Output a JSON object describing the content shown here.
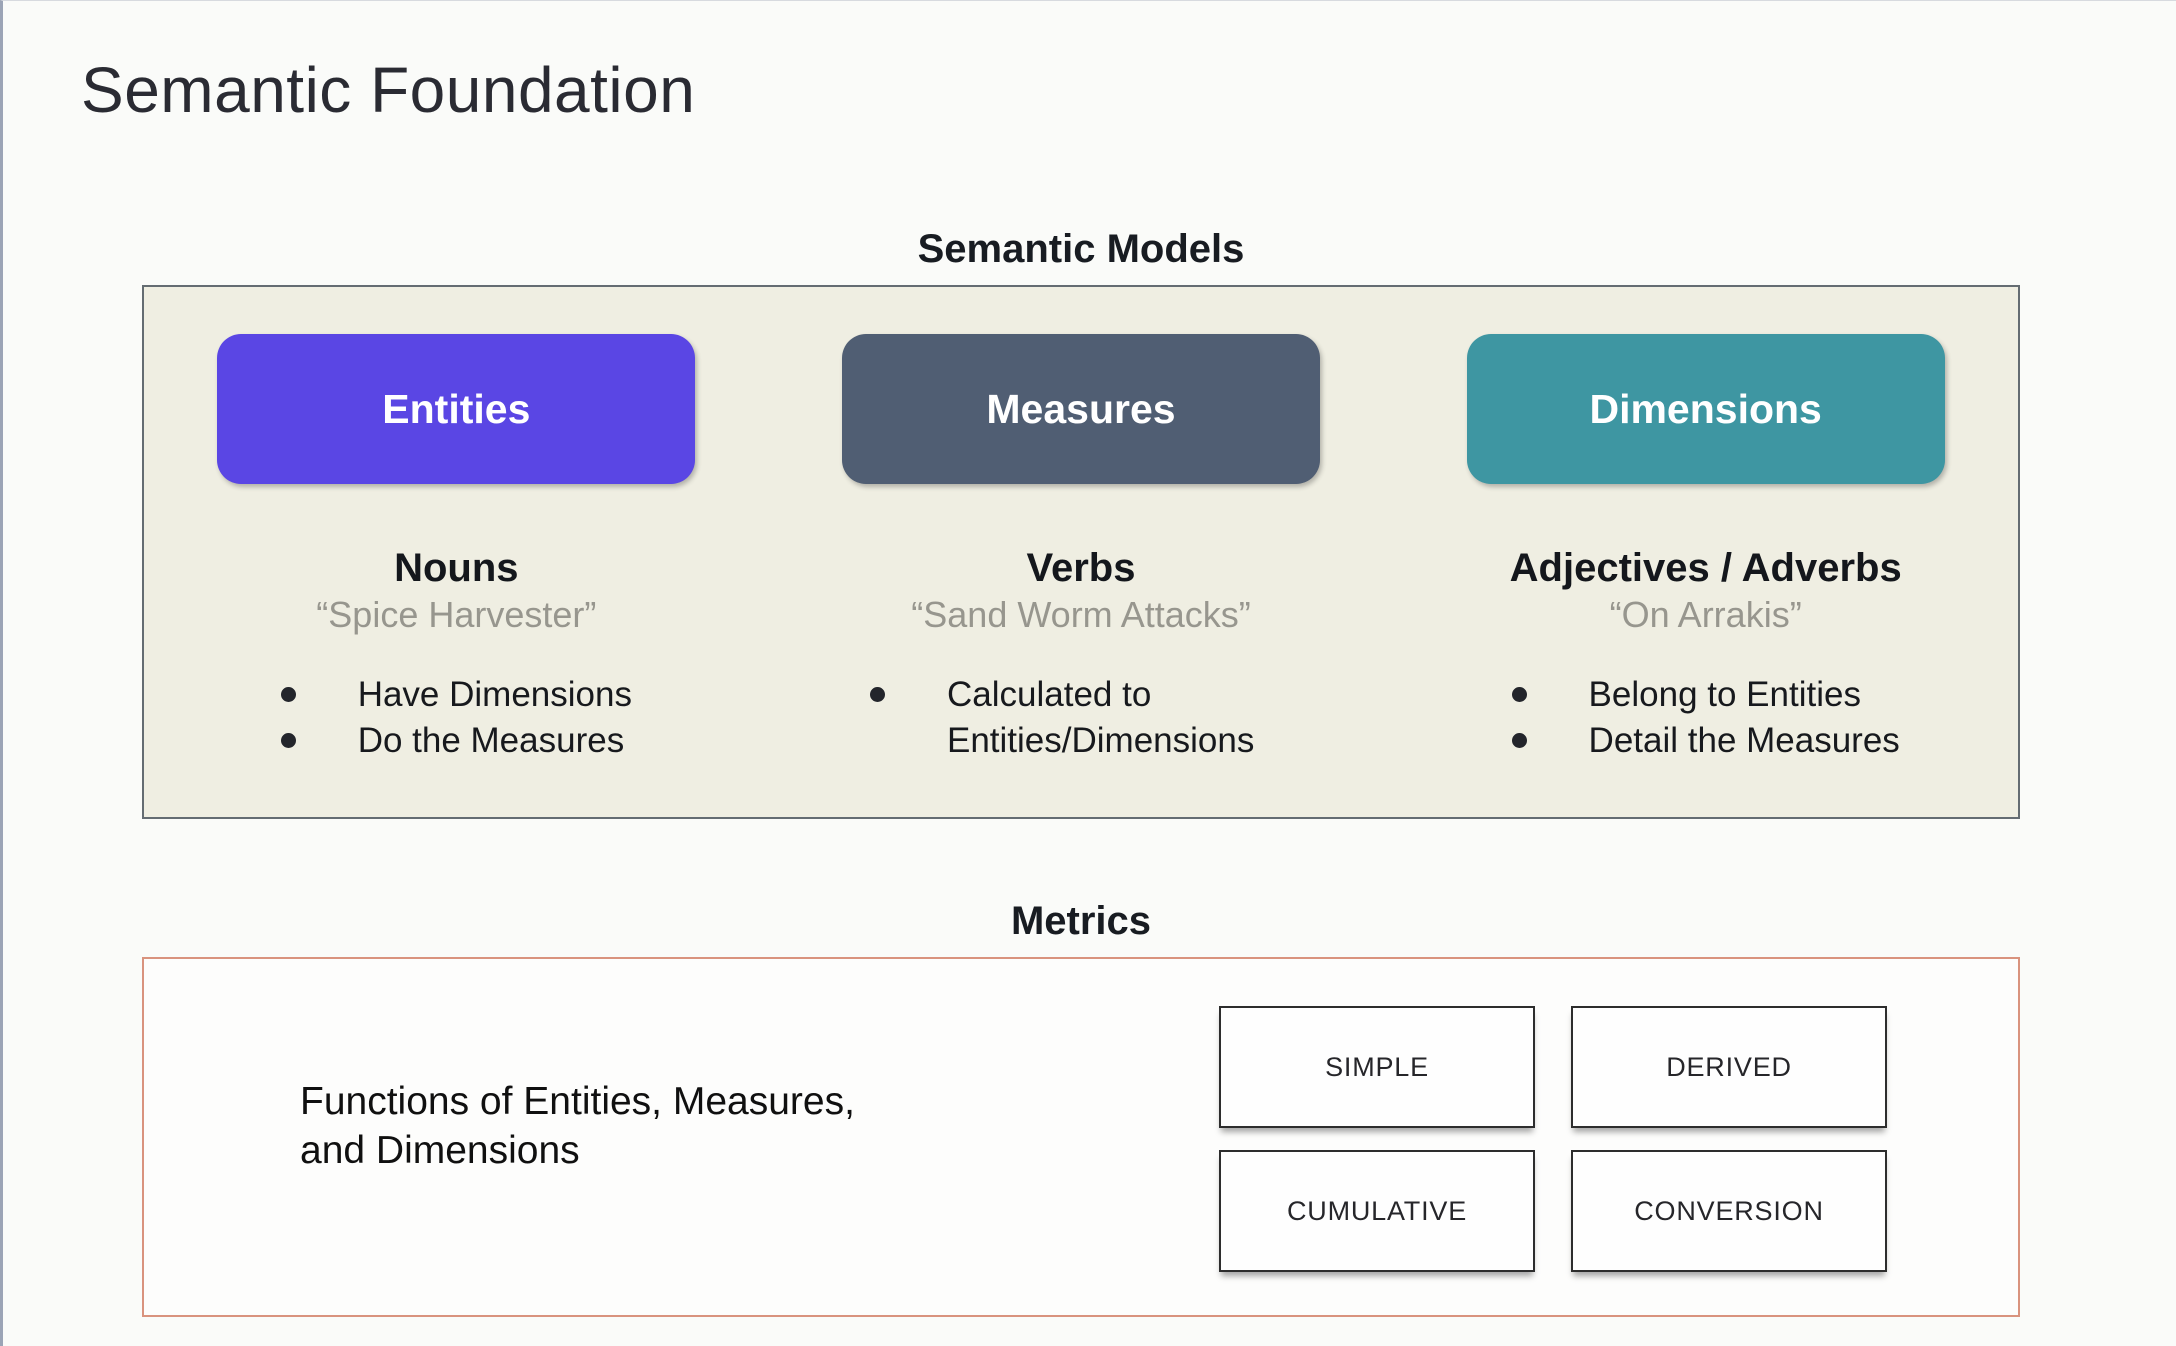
{
  "slide": {
    "title": "Semantic Foundation"
  },
  "semantic_models": {
    "heading": "Semantic Models",
    "panel_bg": "#efeee2",
    "columns": [
      {
        "button": "Entities",
        "button_color": "#5a46e4",
        "role": "Nouns",
        "example": "“Spice Harvester”",
        "bullets": [
          "Have Dimensions",
          "Do the Measures"
        ]
      },
      {
        "button": "Measures",
        "button_color": "#505e73",
        "role": "Verbs",
        "example": "“Sand Worm Attacks”",
        "bullets": [
          "Calculated to Entities/Dimensions"
        ]
      },
      {
        "button": "Dimensions",
        "button_color": "#3e96a2",
        "role": "Adjectives / Adverbs",
        "example": "“On Arrakis”",
        "bullets": [
          "Belong to Entities",
          "Detail the Measures"
        ]
      }
    ]
  },
  "metrics": {
    "heading": "Metrics",
    "border_color": "#d9937e",
    "description": "Functions of Entities, Measures,\nand Dimensions",
    "types": [
      "SIMPLE",
      "DERIVED",
      "CUMULATIVE",
      "CONVERSION"
    ]
  }
}
